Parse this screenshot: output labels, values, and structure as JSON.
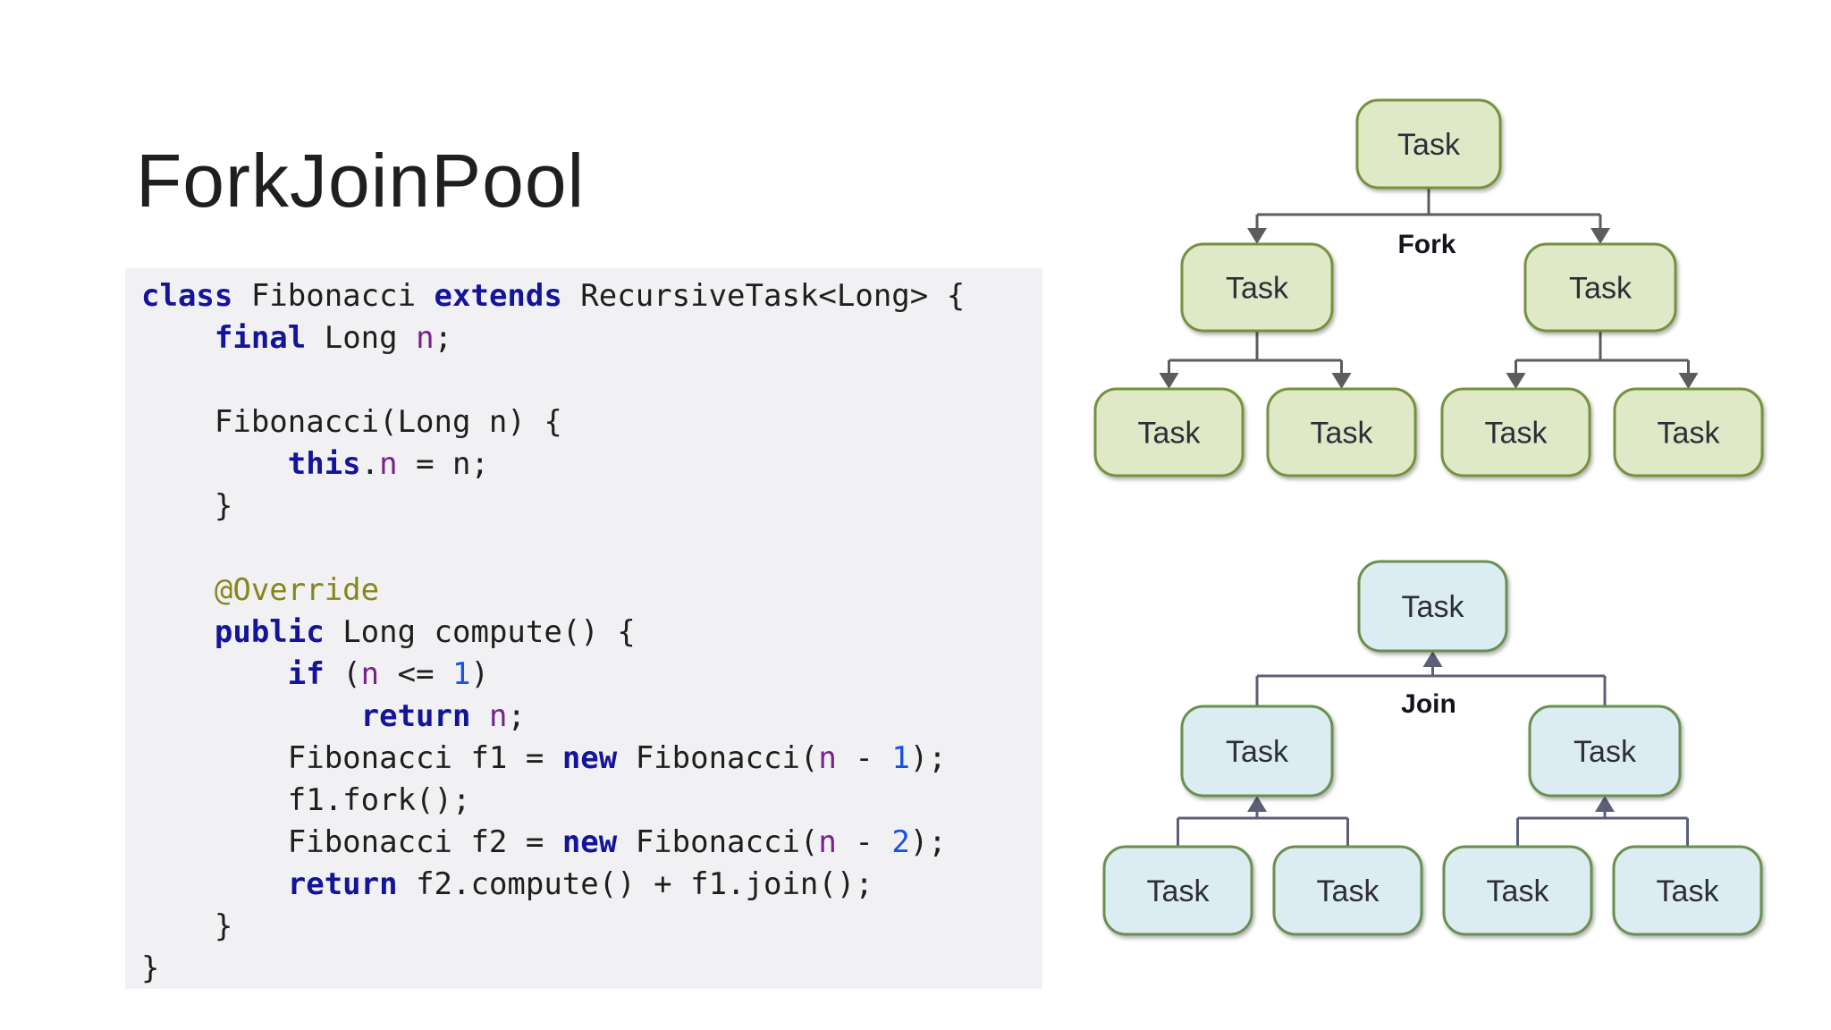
{
  "slide": {
    "title": "ForkJoinPool",
    "background": "#ffffff"
  },
  "code": {
    "background": "#f1f1f3",
    "colors": {
      "default": "#1e1e1e",
      "keyword": "#14149b",
      "field": "#78208c",
      "number": "#1750eb",
      "annotation": "#86861c"
    },
    "lines": [
      [
        [
          "k",
          "class"
        ],
        [
          "p",
          " Fibonacci "
        ],
        [
          "k",
          "extends"
        ],
        [
          "p",
          " RecursiveTask<Long> {"
        ]
      ],
      [
        [
          "p",
          "    "
        ],
        [
          "k",
          "final"
        ],
        [
          "p",
          " Long "
        ],
        [
          "f",
          "n"
        ],
        [
          "p",
          ";"
        ]
      ],
      [],
      [
        [
          "p",
          "    Fibonacci(Long n) {"
        ]
      ],
      [
        [
          "p",
          "        "
        ],
        [
          "k",
          "this"
        ],
        [
          "p",
          "."
        ],
        [
          "f",
          "n"
        ],
        [
          "p",
          " = n;"
        ]
      ],
      [
        [
          "p",
          "    }"
        ]
      ],
      [],
      [
        [
          "p",
          "    "
        ],
        [
          "a",
          "@Override"
        ]
      ],
      [
        [
          "p",
          "    "
        ],
        [
          "k",
          "public"
        ],
        [
          "p",
          " Long compute() {"
        ]
      ],
      [
        [
          "p",
          "        "
        ],
        [
          "k",
          "if"
        ],
        [
          "p",
          " ("
        ],
        [
          "f",
          "n"
        ],
        [
          "p",
          " <= "
        ],
        [
          "num",
          "1"
        ],
        [
          "p",
          ")"
        ]
      ],
      [
        [
          "p",
          "            "
        ],
        [
          "k",
          "return"
        ],
        [
          "p",
          " "
        ],
        [
          "f",
          "n"
        ],
        [
          "p",
          ";"
        ]
      ],
      [
        [
          "p",
          "        Fibonacci f1 = "
        ],
        [
          "k",
          "new"
        ],
        [
          "p",
          " Fibonacci("
        ],
        [
          "f",
          "n"
        ],
        [
          "p",
          " - "
        ],
        [
          "num",
          "1"
        ],
        [
          "p",
          ");"
        ]
      ],
      [
        [
          "p",
          "        f1.fork();"
        ]
      ],
      [
        [
          "p",
          "        Fibonacci f2 = "
        ],
        [
          "k",
          "new"
        ],
        [
          "p",
          " Fibonacci("
        ],
        [
          "f",
          "n"
        ],
        [
          "p",
          " - "
        ],
        [
          "num",
          "2"
        ],
        [
          "p",
          ");"
        ]
      ],
      [
        [
          "p",
          "        "
        ],
        [
          "k",
          "return"
        ],
        [
          "p",
          " f2.compute() + f1.join();"
        ]
      ],
      [
        [
          "p",
          "    }"
        ]
      ],
      [
        [
          "p",
          "}"
        ]
      ]
    ]
  },
  "diagrams": {
    "task_label": "Task",
    "fork": {
      "label": "Fork",
      "direction": "down",
      "box_fill": "#dfe9c7",
      "box_border": "#75923d",
      "connector": "#5c5c5c",
      "label_color": "#14141e"
    },
    "join": {
      "label": "Join",
      "direction": "up",
      "box_fill": "#dbedf2",
      "box_border": "#68904f",
      "connector": "#5b5f78",
      "label_color": "#14141e"
    }
  }
}
